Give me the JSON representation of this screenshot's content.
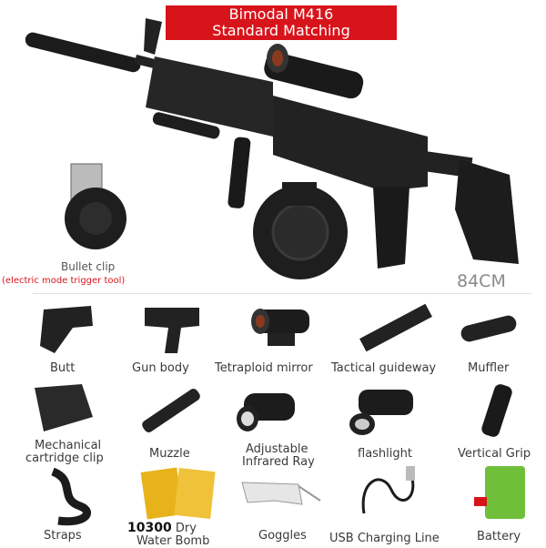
{
  "banner": {
    "line1": "Bimodal M416",
    "line2": "Standard Matching"
  },
  "length": "84CM",
  "bullet_clip": {
    "label": "Bullet clip",
    "note": "(electric mode trigger tool)"
  },
  "accessories": {
    "butt": "Butt",
    "gun_body": "Gun body",
    "tetraploid_mirror": "Tetraploid mirror",
    "tactical_guideway": "Tactical guideway",
    "muffler": "Muffler",
    "mechanical_clip_1": "Mechanical",
    "mechanical_clip_2": "cartridge clip",
    "muzzle": "Muzzle",
    "infrared_1": "Adjustable",
    "infrared_2": "Infrared Ray",
    "flashlight": "flashlight",
    "vertical_grip": "Vertical Grip",
    "straps": "Straps",
    "water_bomb_count": "10300",
    "water_bomb_1": "Dry",
    "water_bomb_2": "Water Bomb",
    "goggles": "Goggles",
    "usb_line": "USB Charging Line",
    "battery": "Battery"
  },
  "colors": {
    "accent": "#d8141b",
    "gun": "#1c1c1c",
    "battery": "#6fbf3a",
    "beads": "#e8b21a"
  }
}
